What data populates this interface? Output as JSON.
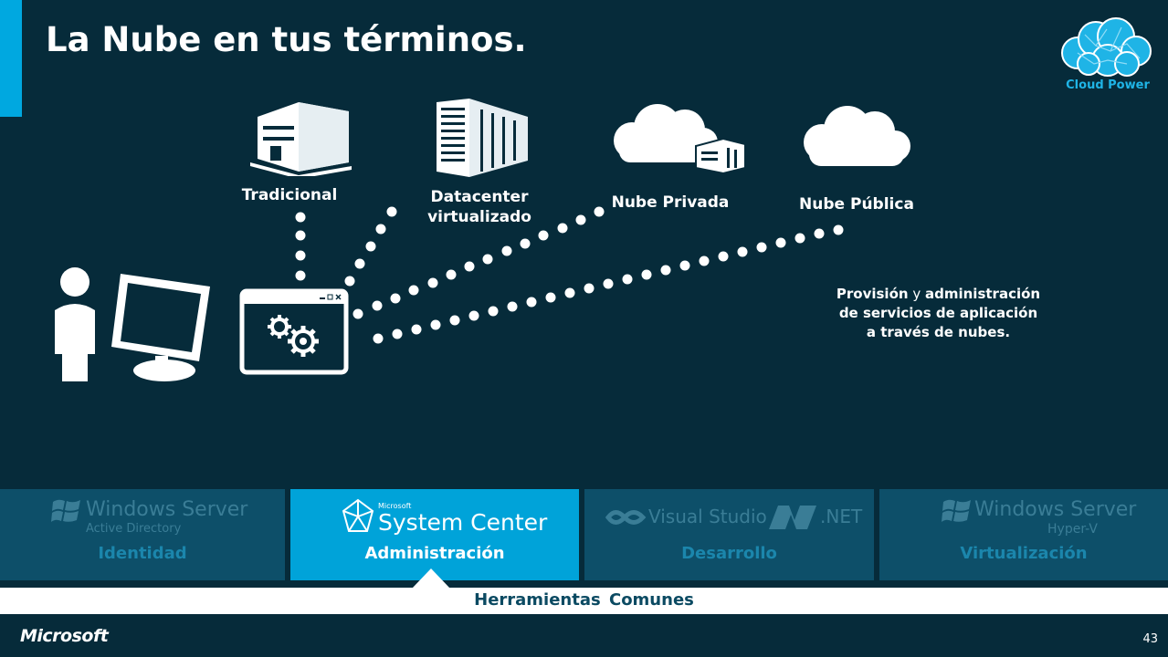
{
  "slide": {
    "title": "La Nube en tus términos.",
    "logo_text": "Cloud Power",
    "page_number": "43",
    "footer_brand": "Microsoft"
  },
  "nodes": {
    "traditional": "Tradicional",
    "datacenter_line1": "Datacenter",
    "datacenter_line2": "virtualizado",
    "private_cloud": "Nube Privada",
    "public_cloud": "Nube Pública"
  },
  "description": {
    "bold_lead": "Provisión",
    "connector": " y",
    "rest": "administración de servicios de aplicación a través de nubes."
  },
  "pillars": [
    {
      "brand_top": "Windows Server",
      "brand_sub": "Active Directory",
      "label": "Identidad",
      "active": false
    },
    {
      "brand_top": "System Center",
      "brand_sub": "Microsoft",
      "label": "Administración",
      "active": true
    },
    {
      "brand_top": "Visual Studio",
      "brand_sub": ".NET",
      "label": "Desarrollo",
      "active": false
    },
    {
      "brand_top": "Windows Server",
      "brand_sub": "Hyper-V",
      "label": "Virtualización",
      "active": false
    }
  ],
  "common_tools": "Herramientas  Comunes",
  "colors": {
    "background": "#062b3a",
    "accent": "#00a8e0",
    "panel": "#0d4f69",
    "panel_active": "#00a3d9"
  }
}
